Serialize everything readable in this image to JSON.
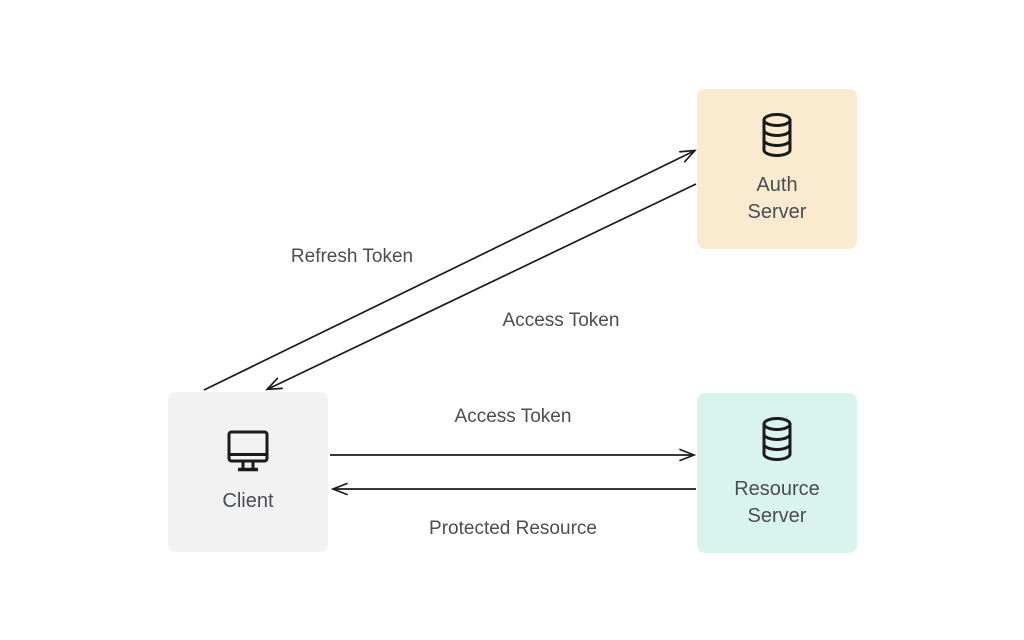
{
  "diagram": {
    "type": "flow-diagram",
    "background_color": "#FFFFFF",
    "line_color": "#1B1B1B",
    "text_color": "#494D55"
  },
  "nodes": {
    "auth_server": {
      "line1": "Auth",
      "line2": "Server",
      "icon": "database-icon",
      "bg_color": "#FAEACF"
    },
    "resource_server": {
      "line1": "Resource",
      "line2": "Server",
      "icon": "database-icon",
      "bg_color": "#D9F4EC"
    },
    "client": {
      "line1": "Client",
      "icon": "monitor-icon",
      "bg_color": "#F2F2F2"
    }
  },
  "edges": [
    {
      "label": "Refresh Token",
      "from": "Client",
      "to": "Auth Server"
    },
    {
      "label": "Access Token",
      "from": "Auth Server",
      "to": "Client"
    },
    {
      "label": "Access Token",
      "from": "Client",
      "to": "Resource Server"
    },
    {
      "label": "Protected Resource",
      "from": "Resource Server",
      "to": "Client"
    }
  ]
}
